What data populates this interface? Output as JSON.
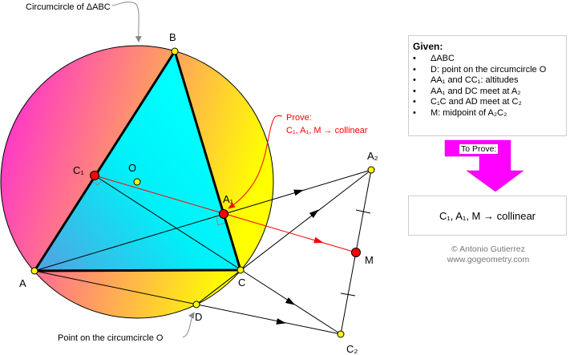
{
  "labels": {
    "circumcircle": "Circumcircle of ΔABC",
    "point_on_circle": "Point on the circumcircle O",
    "prove_title": "Prove:",
    "prove_text": "C₁, A₁, M → collinear",
    "B": "B",
    "A": "A",
    "C": "C",
    "D": "D",
    "O": "O",
    "C1": "C₁",
    "A1": "A₁",
    "A2": "A₂",
    "C2": "C₂",
    "M": "M"
  },
  "given": {
    "title": "Given:",
    "items": [
      "ΔABC",
      "D: point on the circumcircle O",
      "AA₁ and CC₁: altitudes",
      "AA₁ and DC meet at A₂",
      "C₁C and AD meet at C₂",
      "M: midpoint of A₂C₂"
    ]
  },
  "to_prove_label": "To Prove:",
  "conclusion": "C₁, A₁, M → collinear",
  "credit": {
    "author": "© Antonio Gutierrez",
    "site": "www.gogeometry.com"
  },
  "colors": {
    "arrow": "#ff00ff",
    "red_point": "#ff0000",
    "yellow_point": "#ffff00",
    "prove_text": "#ff0000"
  }
}
